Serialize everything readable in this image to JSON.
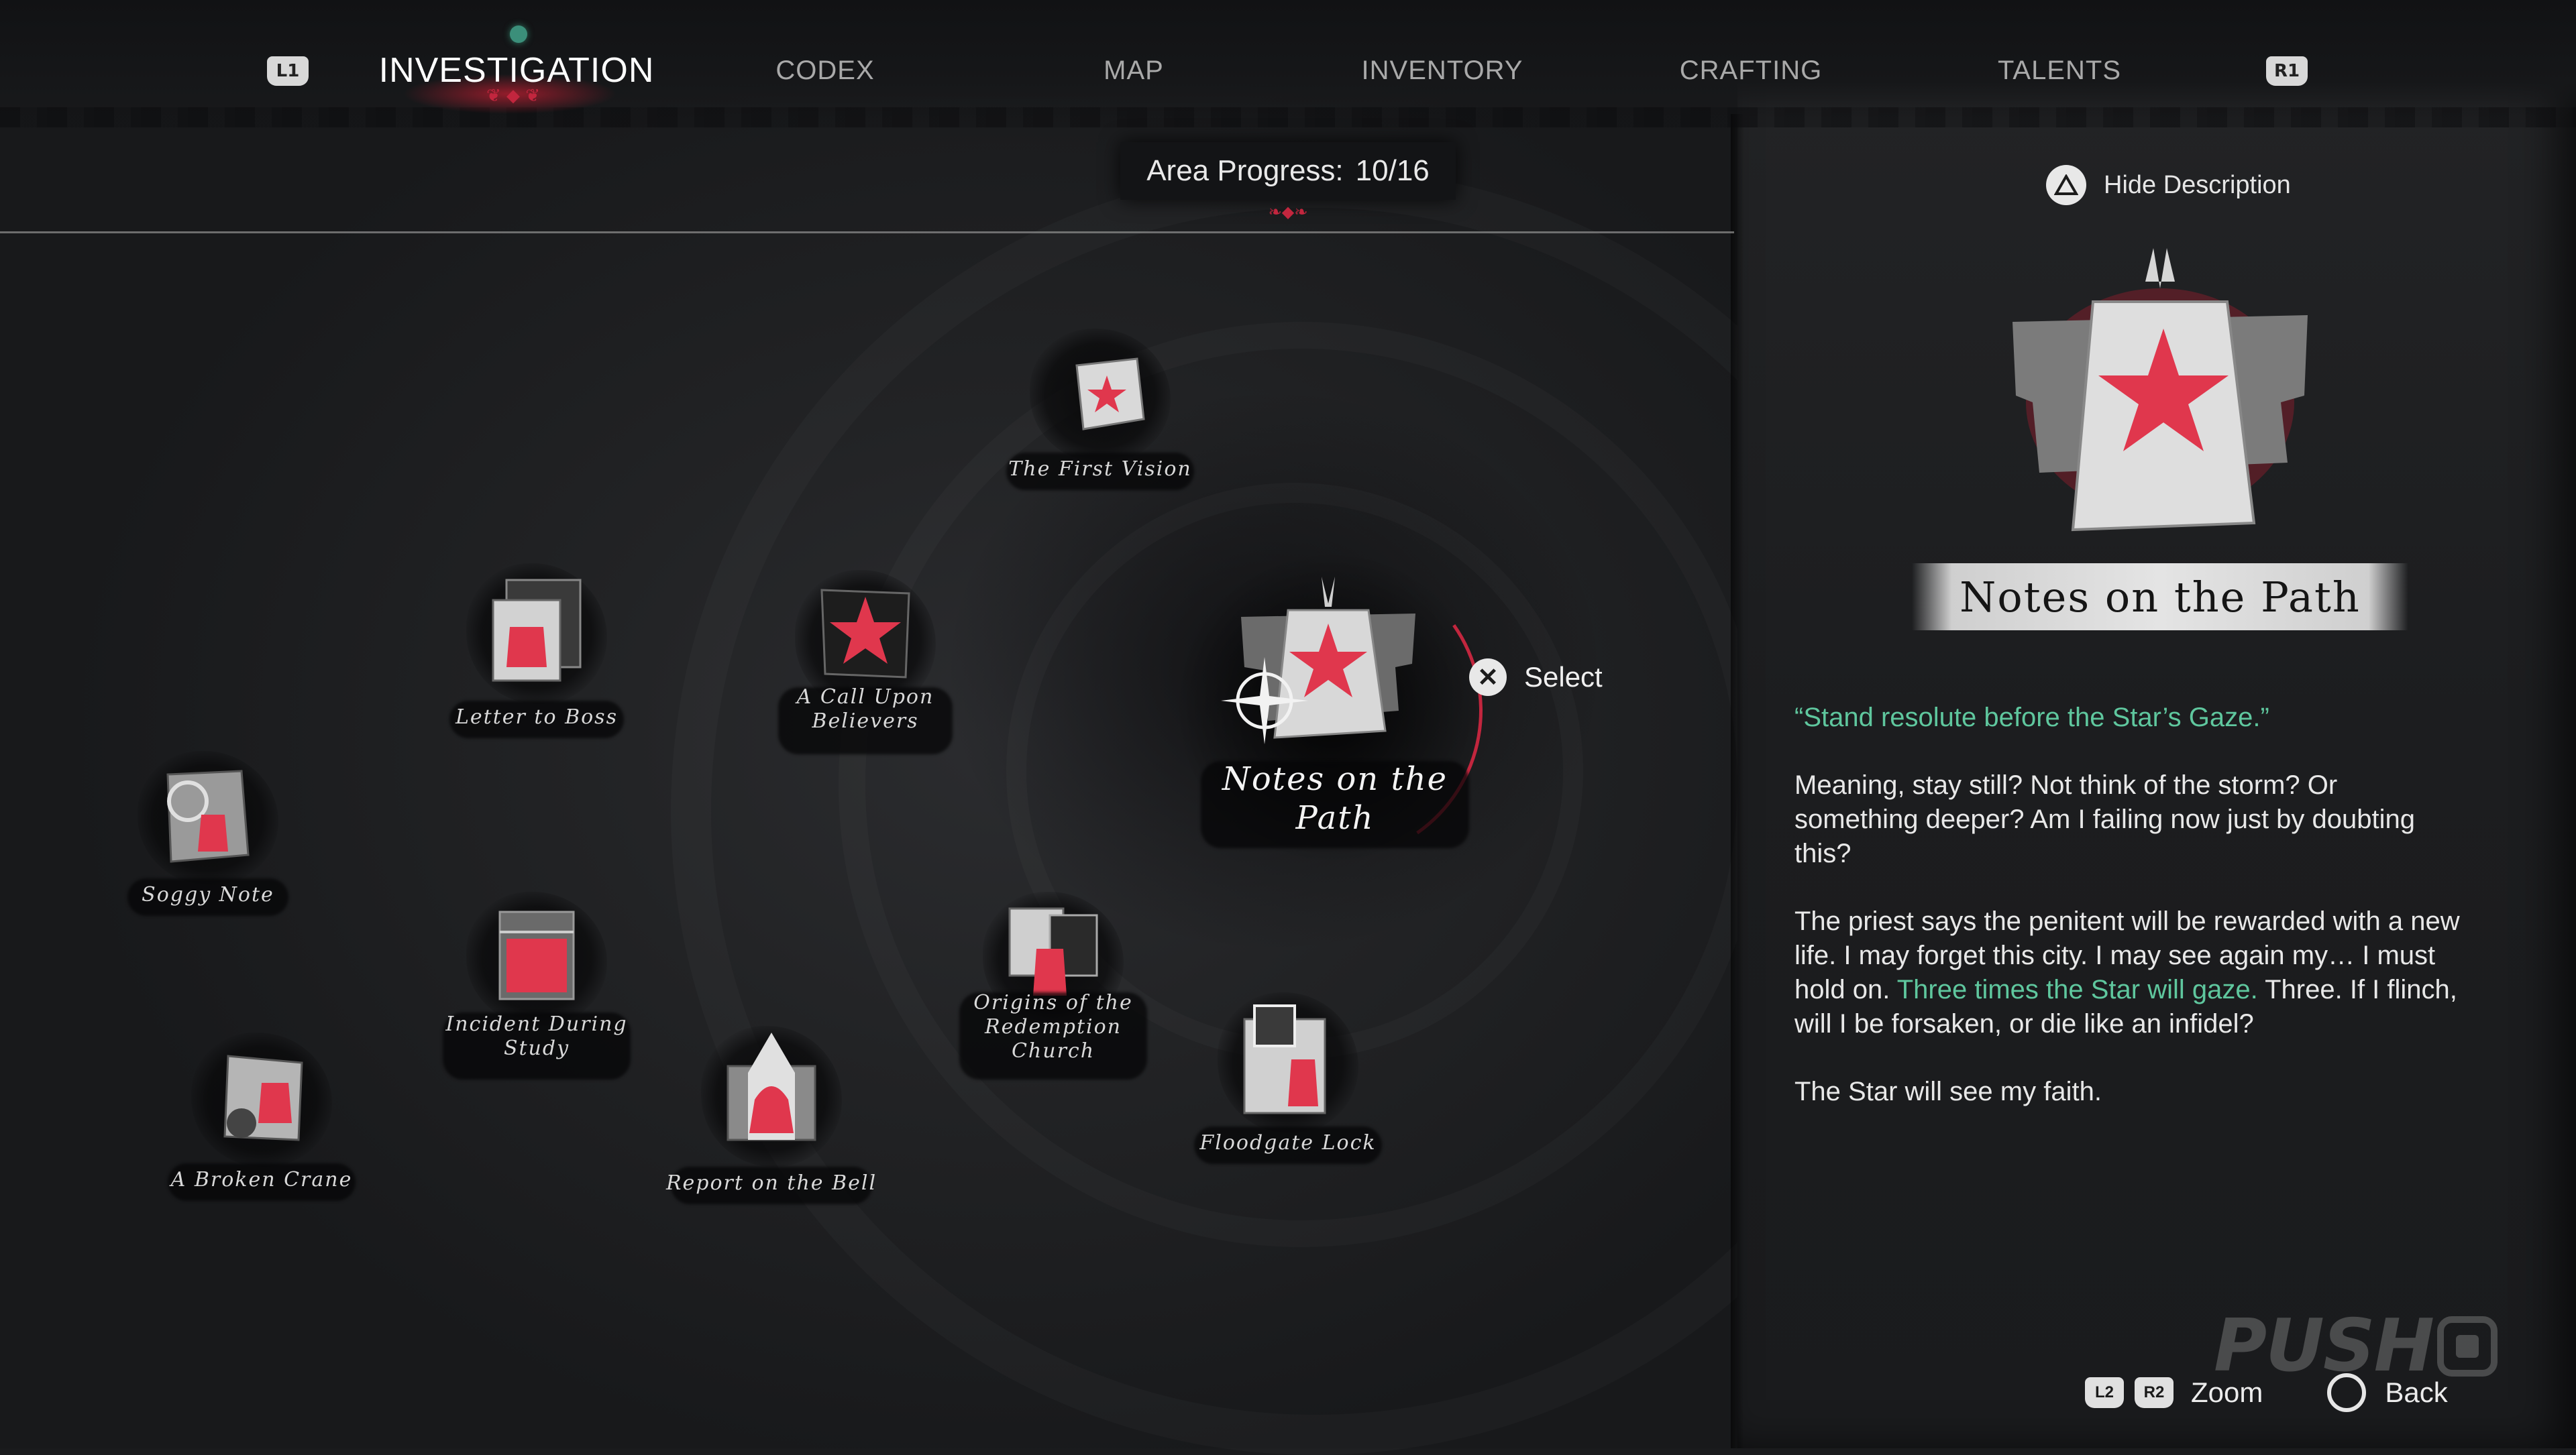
{
  "nav": {
    "left_button": "L1",
    "right_button": "R1",
    "tabs": [
      {
        "label": "INVESTIGATION",
        "active": true
      },
      {
        "label": "CODEX",
        "active": false
      },
      {
        "label": "MAP",
        "active": false
      },
      {
        "label": "INVENTORY",
        "active": false
      },
      {
        "label": "CRAFTING",
        "active": false
      },
      {
        "label": "TALENTS",
        "active": false
      }
    ]
  },
  "area_progress": {
    "label": "Area Progress:",
    "value": "10/16"
  },
  "nodes": {
    "first_vision": "The First Vision",
    "letter_to_boss": "Letter to Boss",
    "call_upon_believers": "A Call Upon\nBelievers",
    "notes_on_path": "Notes on the\nPath",
    "soggy_note": "Soggy Note",
    "incident_during_study": "Incident During\nStudy",
    "broken_crane": "A Broken Crane",
    "report_on_bell": "Report on the Bell",
    "origins_church": "Origins of the\nRedemption\nChurch",
    "floodgate_lock": "Floodgate Lock"
  },
  "select_prompt": {
    "button": "✕",
    "label": "Select"
  },
  "detail": {
    "hide_description": "Hide Description",
    "title": "Notes on the Path",
    "quote": "“Stand resolute before the Star’s Gaze.”",
    "para1": "Meaning, stay still? Not think of the storm? Or something deeper? Am I failing now just by doubting this?",
    "para2_a": "The priest says the penitent will be rewarded with a new life. I may forget this city. I may see again my… I must hold on. ",
    "para2_hl": "Three times the Star will gaze.",
    "para2_b": " Three. If I flinch, will I be forsaken, or die like an infidel?",
    "para3": "The Star will see my faith."
  },
  "bottom": {
    "l2": "L2",
    "r2": "R2",
    "zoom": "Zoom",
    "back": "Back"
  },
  "watermark": "PUSH",
  "colors": {
    "accent_red": "#c2263e",
    "highlight_green": "#5fc79e"
  }
}
